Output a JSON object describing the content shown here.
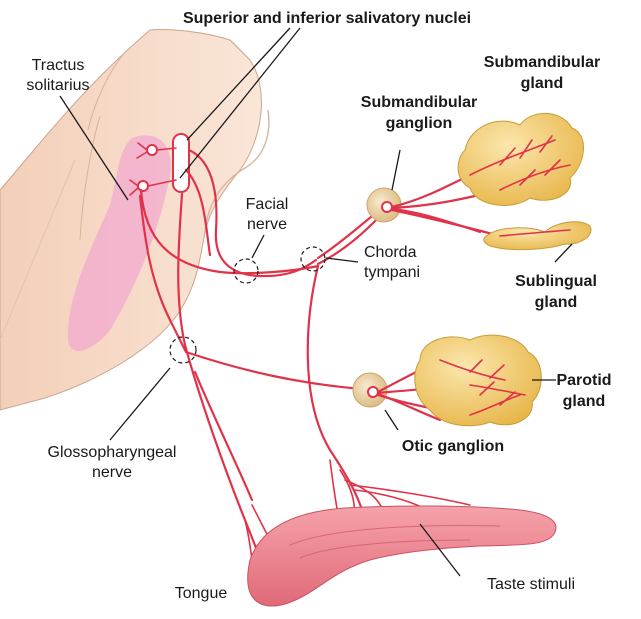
{
  "title": "Superior and inferior salivatory nuclei",
  "labels": {
    "tractus_solitarius_1": "Tractus",
    "tractus_solitarius_2": "solitarius",
    "submandibular_ganglion_1": "Submandibular",
    "submandibular_ganglion_2": "ganglion",
    "submandibular_gland_1": "Submandibular",
    "submandibular_gland_2": "gland",
    "facial_nerve_1": "Facial",
    "facial_nerve_2": "nerve",
    "chorda_tympani_1": "Chorda",
    "chorda_tympani_2": "tympani",
    "sublingual_gland_1": "Sublingual",
    "sublingual_gland_2": "gland",
    "parotid_gland_1": "Parotid",
    "parotid_gland_2": "gland",
    "otic_ganglion": "Otic ganglion",
    "glossopharyngeal_1": "Glossopharyngeal",
    "glossopharyngeal_2": "nerve",
    "tongue": "Tongue",
    "taste_stimuli": "Taste stimuli"
  },
  "colors": {
    "nerve": "#e0334a",
    "brainstem": "#f7dccb",
    "nucleus_area": "#f2a9cf",
    "gland": "#f3d27a",
    "ganglion": "#efd9a6",
    "tongue": "#f08a95"
  }
}
